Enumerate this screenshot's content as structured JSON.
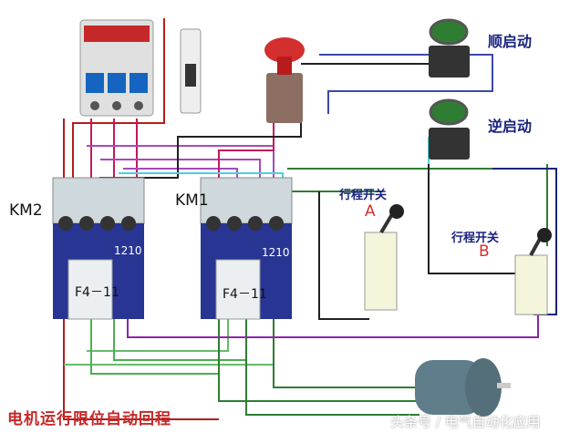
{
  "title": "电机运行限位自动回程",
  "watermark": "头条号 / 电气自动化应用",
  "buttons": {
    "forward": "顺启动",
    "reverse": "逆启动"
  },
  "limit_switches": {
    "a_label": "行程开关",
    "a_letter": "A",
    "b_label": "行程开关",
    "b_letter": "B"
  },
  "contactors": [
    {
      "name": "KM2",
      "code": "1210",
      "relay": "F4－11"
    },
    {
      "name": "KM1",
      "code": "1210",
      "relay": "F4－11"
    }
  ],
  "colors": {
    "title": "#c62828",
    "labels": "#1a237e",
    "letters": "#d32f2f"
  }
}
